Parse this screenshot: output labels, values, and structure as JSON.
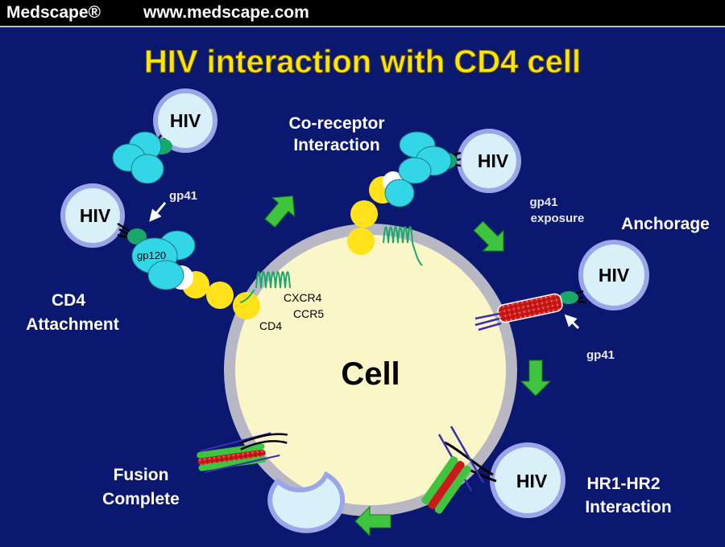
{
  "header": {
    "brand": "Medscape®",
    "site_url": "www.medscape.com"
  },
  "title": "HIV interaction with CD4 cell",
  "cell_label": "Cell",
  "virus_label": "HIV",
  "receptor_labels": {
    "cd4": "CD4",
    "cxcr4": "CXCR4",
    "ccr5": "CCR5",
    "gp120": "gp120"
  },
  "stages": {
    "cd4_attachment": [
      "CD4",
      "Attachment"
    ],
    "coreceptor": [
      "Co-receptor",
      "Interaction"
    ],
    "anchorage": "Anchorage",
    "hr1_hr2": [
      "HR1-HR2",
      "Interaction"
    ],
    "fusion": [
      "Fusion",
      "Complete"
    ]
  },
  "annotations": {
    "gp41_attach": "gp41",
    "gp41_exposure": [
      "gp41",
      "exposure"
    ],
    "gp41_anchor": "gp41"
  },
  "colors": {
    "background": "#0b1870",
    "title": "#ffe600",
    "cell_fill": "#fbf6c8",
    "cell_rim": "#b8b8c4",
    "virus_fill": "#d8f0f8",
    "virus_rim": "#9aa6e8",
    "gp120": "#33d6e6",
    "cd4_domain": "#ffe21a",
    "coreceptor": "#1aa86a",
    "arrow": "#3ec43e",
    "gp41_core": "#cc1a1a"
  }
}
